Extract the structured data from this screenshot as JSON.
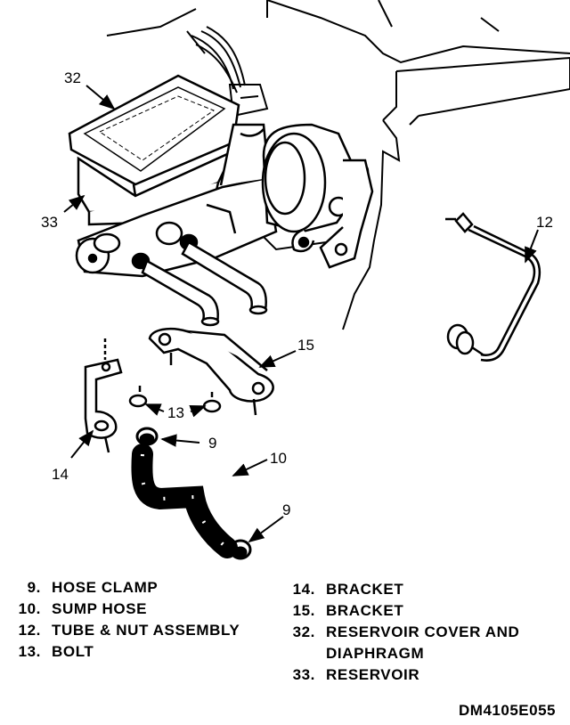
{
  "callouts": {
    "c32": "32",
    "c33": "33",
    "c12": "12",
    "c15": "15",
    "c13": "13",
    "c9a": "9",
    "c10": "10",
    "c14": "14",
    "c9b": "9"
  },
  "legend": {
    "left": [
      {
        "num": "9.",
        "text": "HOSE CLAMP"
      },
      {
        "num": "10.",
        "text": "SUMP HOSE"
      },
      {
        "num": "12.",
        "text": "TUBE & NUT ASSEMBLY"
      },
      {
        "num": "13.",
        "text": "BOLT"
      }
    ],
    "right": [
      {
        "num": "14.",
        "text": "BRACKET"
      },
      {
        "num": "15.",
        "text": "BRACKET"
      },
      {
        "num": "32.",
        "text": "RESERVOIR COVER AND"
      },
      {
        "num": "",
        "text": "DIAPHRAGM"
      },
      {
        "num": "33.",
        "text": "RESERVOIR"
      }
    ]
  },
  "figure_id": "DM4105E055"
}
